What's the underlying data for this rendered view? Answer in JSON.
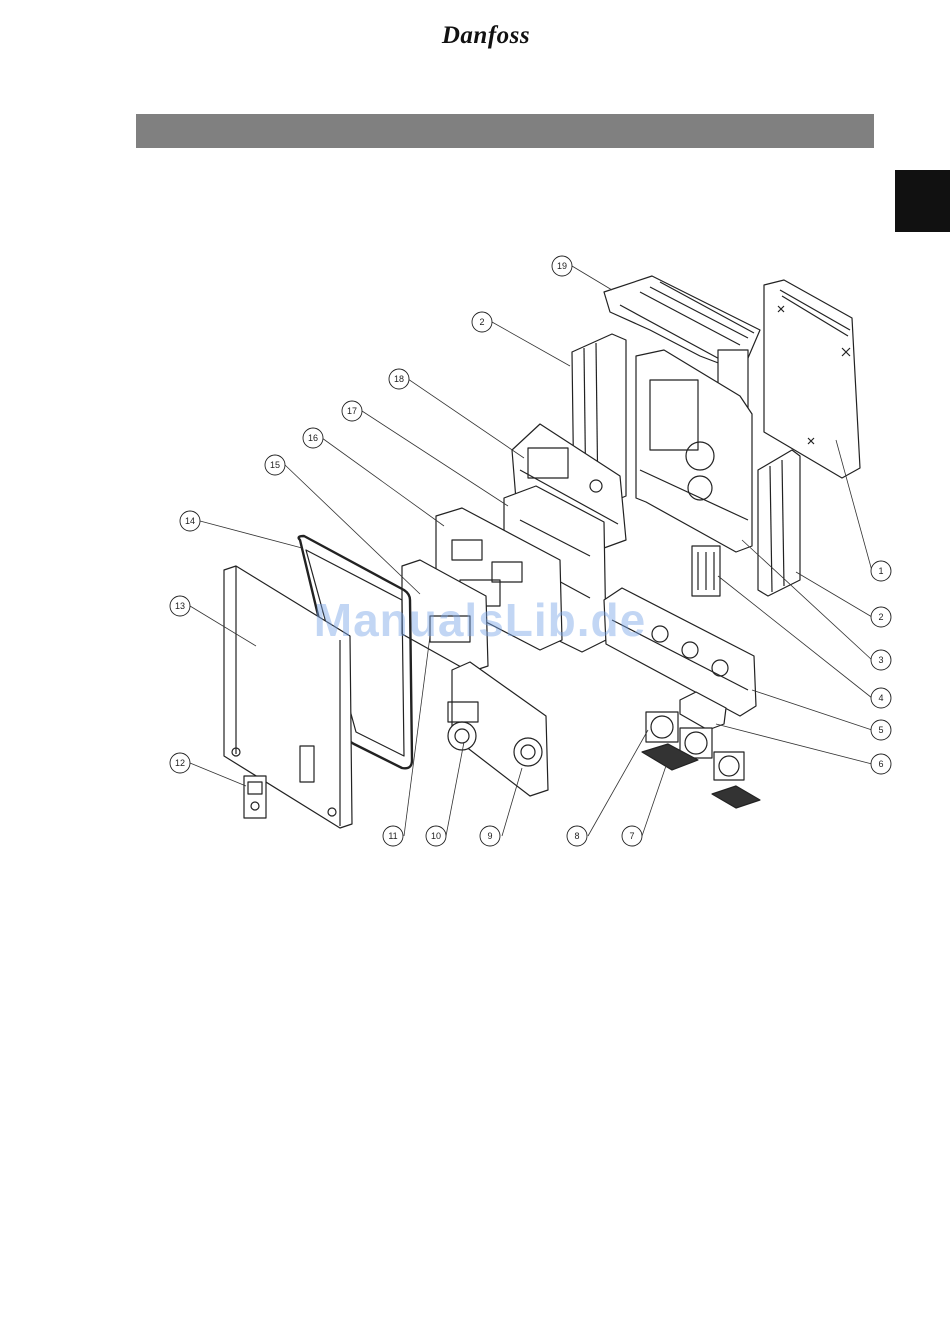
{
  "header": {
    "brand": "Danfoss",
    "bar_color": "#808080",
    "tab_color": "#111111"
  },
  "figure": {
    "callouts": [
      {
        "label": "19"
      },
      {
        "label": "2"
      },
      {
        "label": "18"
      },
      {
        "label": "17"
      },
      {
        "label": "16"
      },
      {
        "label": "15"
      },
      {
        "label": "14"
      },
      {
        "label": "13"
      },
      {
        "label": "12"
      },
      {
        "label": "11"
      },
      {
        "label": "10"
      },
      {
        "label": "9"
      },
      {
        "label": "8"
      },
      {
        "label": "7"
      },
      {
        "label": "6"
      },
      {
        "label": "5"
      },
      {
        "label": "4"
      },
      {
        "label": "3"
      },
      {
        "label": "2"
      },
      {
        "label": "1"
      }
    ]
  },
  "watermark": "ManualsLib.de"
}
